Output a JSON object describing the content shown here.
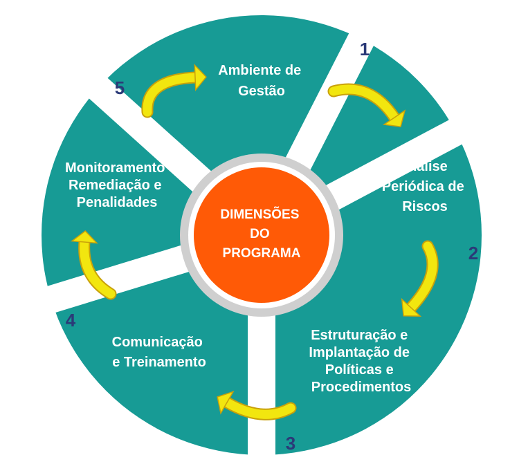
{
  "diagram": {
    "center": {
      "lines": [
        "DIMENSÕES",
        "DO",
        "PROGRAMA"
      ]
    },
    "segments": [
      {
        "number": "1",
        "lines": [
          "Ambiente de",
          "Gestão"
        ]
      },
      {
        "number": "2",
        "lines": [
          "Análise",
          "Periódica de",
          "Riscos"
        ]
      },
      {
        "number": "3",
        "lines": [
          "Estruturação e",
          "Implantação de",
          "Políticas e",
          "Procedimentos"
        ]
      },
      {
        "number": "4",
        "lines": [
          "Comunicação",
          "e Treinamento"
        ]
      },
      {
        "number": "5",
        "lines": [
          "Monitoramento",
          "Remediação e",
          "Penalidades"
        ]
      }
    ],
    "colors": {
      "segment": "#179b95",
      "gap": "#ffffff",
      "ring": "#cfcfcf",
      "center": "#ff5a06",
      "arrow": "#f2e60f",
      "arrow_shadow": "#c9a10a",
      "number": "#2b3a78",
      "text": "#ffffff"
    }
  }
}
